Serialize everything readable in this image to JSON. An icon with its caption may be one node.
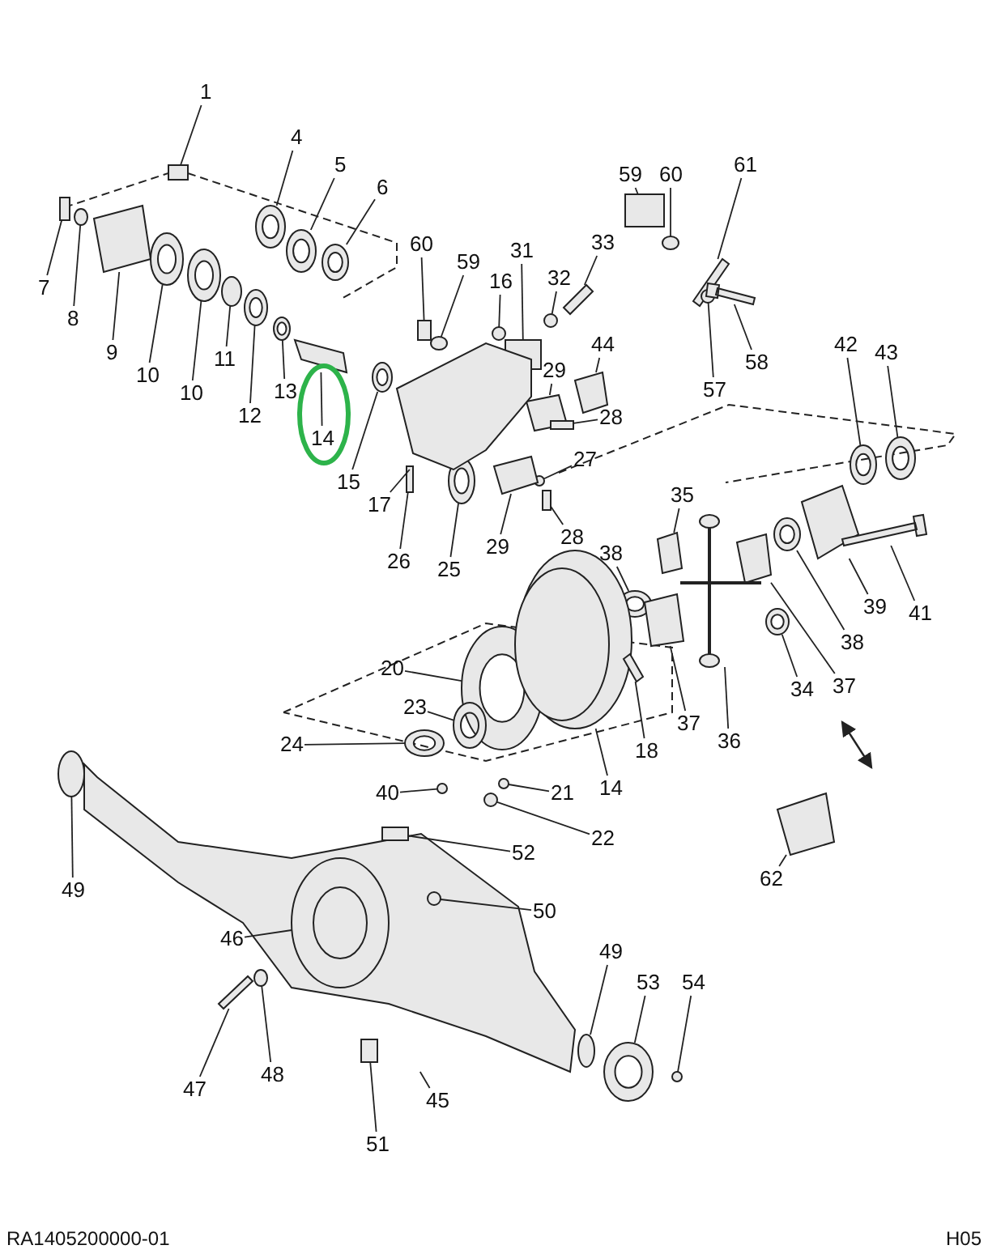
{
  "diagram": {
    "nodes": [
      {
        "text": [
          "1"
        ]
      },
      {
        "text": [
          "4"
        ]
      },
      {
        "text": [
          "5"
        ]
      },
      {
        "text": [
          "6"
        ]
      },
      {
        "text": [
          "7"
        ]
      },
      {
        "text": [
          "8"
        ]
      },
      {
        "text": [
          "9"
        ]
      },
      {
        "text": [
          "10"
        ]
      },
      {
        "text": [
          "10"
        ]
      },
      {
        "text": [
          "11"
        ]
      },
      {
        "text": [
          "12"
        ]
      },
      {
        "text": [
          "13"
        ]
      },
      {
        "text": [
          "14"
        ]
      },
      {
        "text": [
          "15"
        ]
      },
      {
        "text": [
          "60"
        ]
      },
      {
        "text": [
          "59"
        ]
      },
      {
        "text": [
          "16"
        ]
      },
      {
        "text": [
          "31"
        ]
      },
      {
        "text": [
          "32"
        ]
      },
      {
        "text": [
          "33"
        ]
      },
      {
        "text": [
          "44"
        ]
      },
      {
        "text": [
          "29"
        ]
      },
      {
        "text": [
          "28"
        ]
      },
      {
        "text": [
          "27"
        ]
      },
      {
        "text": [
          "28"
        ]
      },
      {
        "text": [
          "29"
        ]
      },
      {
        "text": [
          "25"
        ]
      },
      {
        "text": [
          "26"
        ]
      },
      {
        "text": [
          "17"
        ]
      },
      {
        "text": [
          "59"
        ]
      },
      {
        "text": [
          "60"
        ]
      },
      {
        "text": [
          "61"
        ]
      },
      {
        "text": [
          "57"
        ]
      },
      {
        "text": [
          "58"
        ]
      },
      {
        "text": [
          "42"
        ]
      },
      {
        "text": [
          "43"
        ]
      },
      {
        "text": [
          "35"
        ]
      },
      {
        "text": [
          "38"
        ]
      },
      {
        "text": [
          "39"
        ]
      },
      {
        "text": [
          "41"
        ]
      },
      {
        "text": [
          "38"
        ]
      },
      {
        "text": [
          "37"
        ]
      },
      {
        "text": [
          "34"
        ]
      },
      {
        "text": [
          "36"
        ]
      },
      {
        "text": [
          "37"
        ]
      },
      {
        "text": [
          "20"
        ]
      },
      {
        "text": [
          "23"
        ]
      },
      {
        "text": [
          "24"
        ]
      },
      {
        "text": [
          "14"
        ]
      },
      {
        "text": [
          "18"
        ]
      },
      {
        "text": [
          "40"
        ]
      },
      {
        "text": [
          "21"
        ]
      },
      {
        "text": [
          "22"
        ]
      },
      {
        "text": [
          "62"
        ]
      },
      {
        "text": [
          "49"
        ]
      },
      {
        "text": [
          "52"
        ]
      },
      {
        "text": [
          "50"
        ]
      },
      {
        "text": [
          "46"
        ]
      },
      {
        "text": [
          "49"
        ]
      },
      {
        "text": [
          "53"
        ]
      },
      {
        "text": [
          "54"
        ]
      },
      {
        "text": [
          "47"
        ]
      },
      {
        "text": [
          "48"
        ]
      },
      {
        "text": [
          "45"
        ]
      },
      {
        "text": [
          "51"
        ]
      },
      {
        "text": [],
        "shape": "picture"
      },
      {
        "text": [],
        "shape": "box"
      },
      {
        "text": [],
        "shape": "circle"
      },
      {
        "text": [],
        "shape": "circle"
      },
      {
        "text": [],
        "shape": "circle"
      },
      {
        "text": [],
        "shape": "box"
      },
      {
        "text": [],
        "shape": "circle"
      },
      {
        "text": [],
        "shape": "picture"
      },
      {
        "text": [],
        "shape": "circle"
      },
      {
        "text": [],
        "shape": "circle"
      },
      {
        "text": [],
        "shape": "circle"
      },
      {
        "text": [],
        "shape": "circle"
      },
      {
        "text": [],
        "shape": "circle"
      },
      {
        "text": [],
        "shape": "picture"
      },
      {
        "text": [],
        "shape": "circle"
      },
      {
        "text": [],
        "shape": "box"
      },
      {
        "text": [],
        "shape": "circle"
      },
      {
        "text": [],
        "shape": "circle"
      },
      {
        "text": [],
        "shape": "box"
      },
      {
        "text": [],
        "shape": "circle"
      },
      {
        "text": [],
        "shape": "picture"
      },
      {
        "text": [],
        "shape": "picture"
      },
      {
        "text": [],
        "shape": "picture"
      },
      {
        "text": [],
        "shape": "box"
      },
      {
        "text": [],
        "shape": "circle"
      },
      {
        "text": [],
        "shape": "box"
      },
      {
        "text": [],
        "shape": "picture"
      },
      {
        "text": [],
        "shape": "circle"
      },
      {
        "text": [],
        "shape": "box"
      },
      {
        "text": [],
        "shape": "picture"
      },
      {
        "text": [],
        "shape": "box"
      },
      {
        "text": [],
        "shape": "circle"
      },
      {
        "text": [],
        "shape": "picture"
      },
      {
        "text": [],
        "shape": "circle"
      },
      {
        "text": [],
        "shape": "picture"
      },
      {
        "text": [],
        "shape": "circle"
      },
      {
        "text": [],
        "shape": "circle"
      },
      {
        "text": [],
        "shape": "picture"
      },
      {
        "text": [],
        "shape": "circle"
      },
      {
        "text": [],
        "shape": "picture"
      },
      {
        "text": [],
        "shape": "picture"
      },
      {
        "text": [],
        "shape": "circle"
      },
      {
        "text": [],
        "shape": "picture"
      },
      {
        "text": [],
        "shape": "circle"
      },
      {
        "text": [],
        "shape": "picture"
      },
      {
        "text": [],
        "shape": "picture"
      },
      {
        "text": [],
        "shape": "circle"
      },
      {
        "text": [],
        "shape": "circle"
      },
      {
        "text": [],
        "shape": "circle"
      },
      {
        "text": [],
        "shape": "picture"
      },
      {
        "text": [],
        "shape": "picture"
      },
      {
        "text": [],
        "shape": "circle"
      },
      {
        "text": [],
        "shape": "circle"
      },
      {
        "text": [],
        "shape": "circle"
      },
      {
        "text": [],
        "shape": "picture"
      },
      {
        "text": [],
        "shape": "circle"
      },
      {
        "text": [],
        "shape": "box"
      },
      {
        "text": [],
        "shape": "circle",
        "in": 65
      },
      {
        "text": [],
        "shape": "circle",
        "in": 65
      },
      {
        "text": [],
        "shape": "circle"
      },
      {
        "text": [],
        "shape": "circle"
      },
      {
        "text": [],
        "shape": "circle"
      },
      {
        "text": [],
        "shape": "picture"
      },
      {
        "text": [],
        "shape": "circle"
      },
      {
        "text": [],
        "shape": "box"
      }
    ],
    "edges": [
      {
        "from": 0,
        "to": 66,
        "arrow": "none"
      },
      {
        "from": 1,
        "to": 67,
        "arrow": "none"
      },
      {
        "from": 2,
        "to": 68,
        "arrow": "none"
      },
      {
        "from": 3,
        "to": 69,
        "arrow": "none"
      },
      {
        "from": 4,
        "to": 70,
        "arrow": "none"
      },
      {
        "from": 5,
        "to": 71,
        "arrow": "none"
      },
      {
        "from": 6,
        "to": 72,
        "arrow": "none"
      },
      {
        "from": 7,
        "to": 73,
        "arrow": "none"
      },
      {
        "from": 8,
        "to": 74,
        "arrow": "none"
      },
      {
        "from": 9,
        "to": 75,
        "arrow": "none"
      },
      {
        "from": 10,
        "to": 76,
        "arrow": "none"
      },
      {
        "from": 11,
        "to": 77,
        "arrow": "none"
      },
      {
        "from": 12,
        "to": 78,
        "arrow": "none"
      },
      {
        "from": 13,
        "to": 79,
        "arrow": "none"
      },
      {
        "from": 14,
        "to": 80,
        "arrow": "none"
      },
      {
        "from": 15,
        "to": 81,
        "arrow": "none"
      },
      {
        "from": 16,
        "to": 82,
        "arrow": "none"
      },
      {
        "from": 17,
        "to": 83,
        "arrow": "none"
      },
      {
        "from": 18,
        "to": 84,
        "arrow": "none"
      },
      {
        "from": 19,
        "to": 85,
        "arrow": "none"
      },
      {
        "from": 20,
        "to": 86,
        "arrow": "none"
      },
      {
        "from": 21,
        "to": 87,
        "arrow": "none"
      },
      {
        "from": 22,
        "to": 88,
        "arrow": "none"
      },
      {
        "from": 23,
        "to": 89,
        "arrow": "none"
      },
      {
        "from": 24,
        "to": 90,
        "arrow": "none"
      },
      {
        "from": 25,
        "to": 91,
        "arrow": "none"
      },
      {
        "from": 26,
        "to": 92,
        "arrow": "none"
      },
      {
        "from": 27,
        "to": 93,
        "arrow": "none"
      },
      {
        "from": 28,
        "to": 94,
        "arrow": "none"
      },
      {
        "from": 29,
        "to": 95,
        "arrow": "none"
      },
      {
        "from": 30,
        "to": 96,
        "arrow": "none"
      },
      {
        "from": 31,
        "to": 97,
        "arrow": "none"
      },
      {
        "from": 32,
        "to": 98,
        "arrow": "none"
      },
      {
        "from": 33,
        "to": 99,
        "arrow": "none"
      },
      {
        "from": 34,
        "to": 100,
        "arrow": "none"
      },
      {
        "from": 35,
        "to": 101,
        "arrow": "none"
      },
      {
        "from": 36,
        "to": 102,
        "arrow": "none"
      },
      {
        "from": 37,
        "to": 103,
        "arrow": "none"
      },
      {
        "from": 38,
        "to": 104,
        "arrow": "none"
      },
      {
        "from": 39,
        "to": 105,
        "arrow": "none"
      },
      {
        "from": 40,
        "to": 106,
        "arrow": "none"
      },
      {
        "from": 41,
        "to": 107,
        "arrow": "none"
      },
      {
        "from": 42,
        "to": 108,
        "arrow": "none"
      },
      {
        "from": 43,
        "to": 109,
        "arrow": "none"
      },
      {
        "from": 44,
        "to": 110,
        "arrow": "none"
      },
      {
        "from": 45,
        "to": 111,
        "arrow": "none"
      },
      {
        "from": 46,
        "to": 112,
        "arrow": "none"
      },
      {
        "from": 47,
        "to": 113,
        "arrow": "none"
      },
      {
        "from": 48,
        "to": 114,
        "arrow": "none"
      },
      {
        "from": 49,
        "to": 115,
        "arrow": "none"
      },
      {
        "from": 50,
        "to": 116,
        "arrow": "none"
      },
      {
        "from": 51,
        "to": 117,
        "arrow": "none"
      },
      {
        "from": 52,
        "to": 118,
        "arrow": "none"
      },
      {
        "from": 53,
        "to": 119,
        "arrow": "none"
      },
      {
        "from": 54,
        "to": 120,
        "arrow": "none"
      },
      {
        "from": 55,
        "to": 121,
        "arrow": "none"
      },
      {
        "from": 56,
        "to": 123,
        "arrow": "none"
      },
      {
        "from": 57,
        "to": 122,
        "arrow": "none"
      },
      {
        "from": 58,
        "to": 124,
        "arrow": "none"
      },
      {
        "from": 59,
        "to": 125,
        "arrow": "none"
      },
      {
        "from": 60,
        "to": 126,
        "arrow": "none"
      },
      {
        "from": 61,
        "to": 127,
        "arrow": "none"
      },
      {
        "from": 62,
        "to": 128,
        "arrow": "none"
      },
      {
        "from": 63,
        "to": 65,
        "arrow": "none"
      },
      {
        "from": 64,
        "to": 129,
        "arrow": "none"
      }
    ],
    "labels": [
      "RA1405200000-01",
      "H05"
    ]
  }
}
